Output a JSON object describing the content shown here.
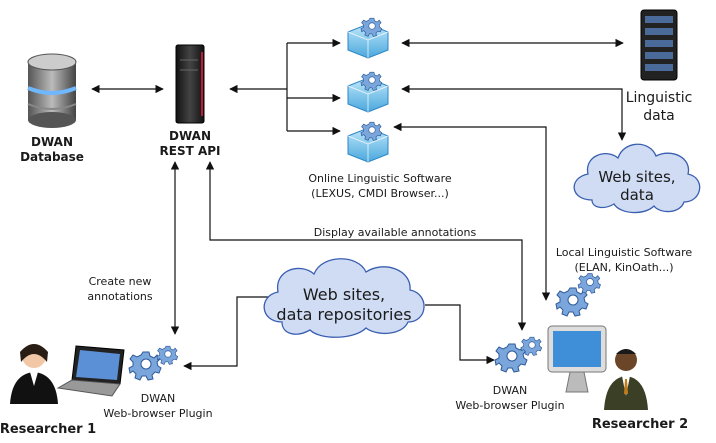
{
  "nodes": {
    "database": {
      "title": "DWAN",
      "subtitle": "Database",
      "icon": "database-icon"
    },
    "rest_api": {
      "title": "DWAN",
      "subtitle": "REST API",
      "icon": "server-icon"
    },
    "linguistic_data": {
      "line1": "Linguistic",
      "line2": "data",
      "icon": "server-rack-icon"
    },
    "online_software": {
      "line1": "Online Linguistic Software",
      "line2": "(LEXUS, CMDI Browser...)"
    },
    "web_sites_data": {
      "line1": "Web sites,",
      "line2": "data"
    },
    "local_software": {
      "line1": "Local  Linguistic Software",
      "line2": "(ELAN, KinOath...)"
    },
    "web_repositories": {
      "line1": "Web sites,",
      "line2": "data repositories"
    },
    "plugin_left": {
      "line1": "DWAN",
      "line2": "Web-browser Plugin"
    },
    "plugin_right": {
      "line1": "DWAN",
      "line2": "Web-browser Plugin"
    },
    "researcher1": {
      "label": "Researcher 1"
    },
    "researcher2": {
      "label": "Researcher 2"
    }
  },
  "edges": {
    "create_annotations": {
      "line1": "Create new",
      "line2": "annotations"
    },
    "display_annotations": {
      "label": "Display available annotations"
    }
  },
  "colors": {
    "arrow": "#111111",
    "cloud_fill": "#c9d8f3",
    "cloud_stroke": "#3a5fb0",
    "gear": "#6f9bd6",
    "module": "#8fd0f0"
  }
}
